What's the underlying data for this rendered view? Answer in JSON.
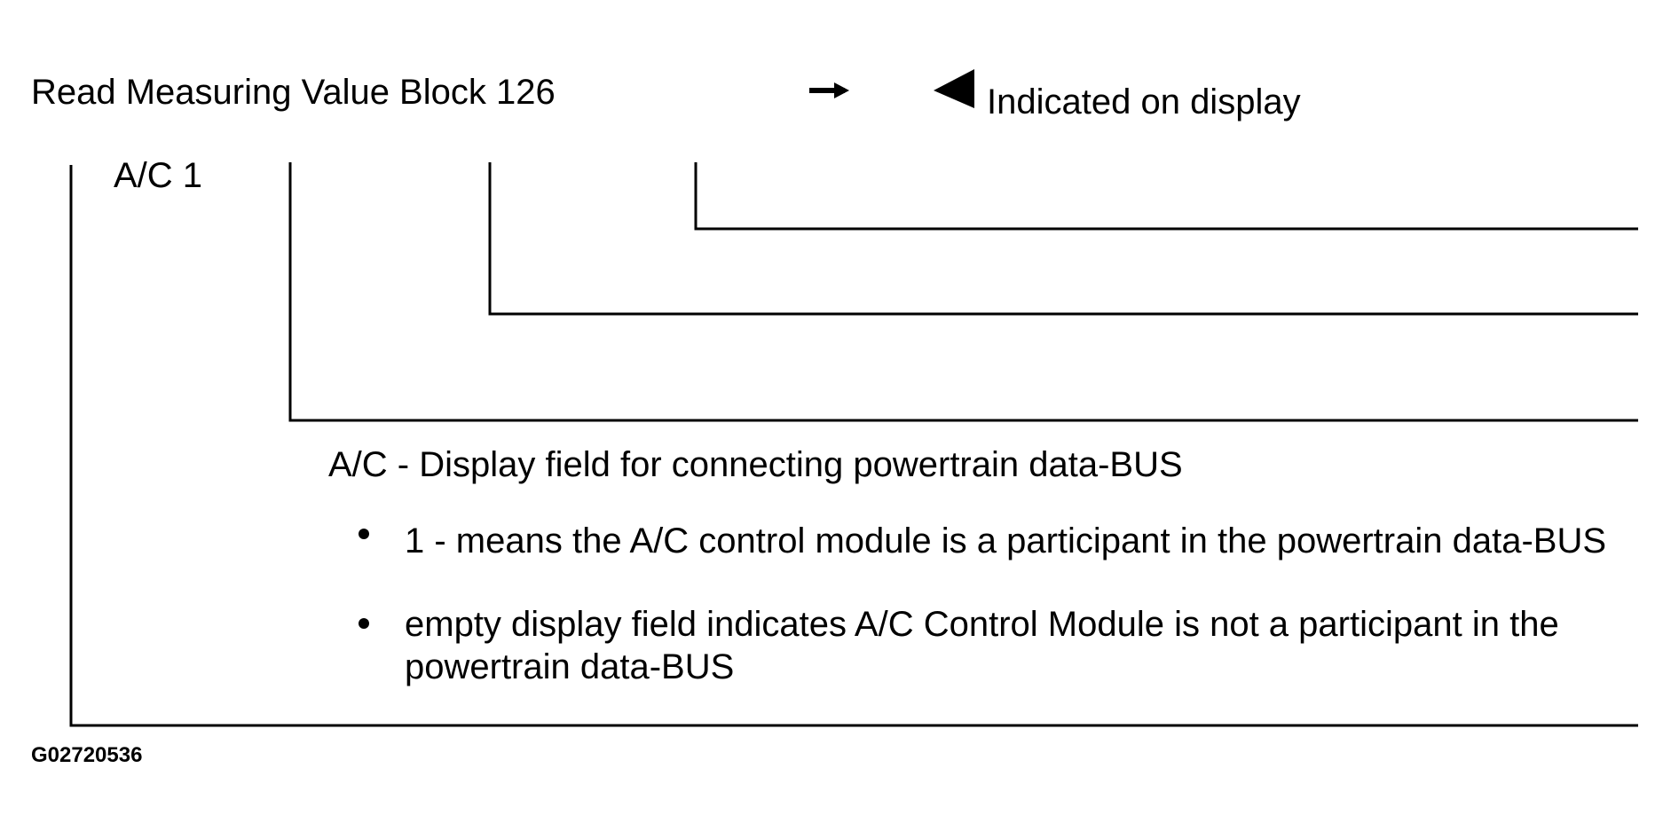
{
  "header": {
    "title": "Read Measuring Value Block 126",
    "display_label": "Indicated on display"
  },
  "fields": {
    "ac_label": "A/C 1"
  },
  "description": {
    "heading": "A/C - Display field for connecting powertrain data-BUS",
    "bullets": [
      "1 - means the A/C control module is a participant in the powertrain data-BUS",
      "empty display field indicates A/C Control Module is not a participant in the powertrain data-BUS"
    ]
  },
  "figure_id": "G02720536",
  "icons": [
    "arrow-right-icon",
    "triangle-left-icon"
  ],
  "colors": {
    "ink": "#000000",
    "background": "#ffffff"
  }
}
